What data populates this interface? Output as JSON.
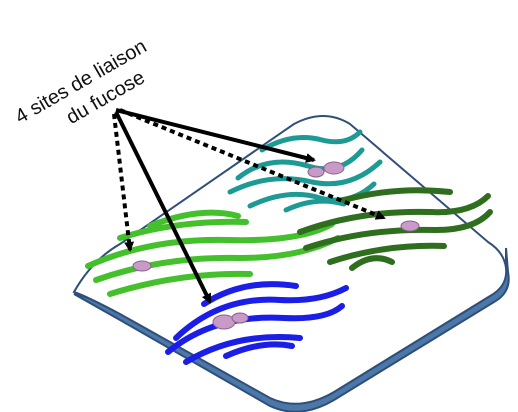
{
  "annotation": {
    "line1": "4 sites de liaison",
    "line2": "du fucose"
  },
  "colors": {
    "platform_top": "#ffffff",
    "platform_side": "#4c78a8",
    "platform_edge": "#2f4f7a",
    "teal_domain": "#1e9a94",
    "bright_green_domain": "#43c02b",
    "dark_green_domain": "#2f6e1f",
    "blue_domain": "#1a1ee6",
    "fucose_site": "#c79ac8",
    "arrow": "#000000"
  },
  "arrows": [
    {
      "style": "solid",
      "target": "teal-site"
    },
    {
      "style": "solid",
      "target": "blue-site"
    },
    {
      "style": "dotted",
      "target": "green-site-left"
    },
    {
      "style": "dotted",
      "target": "green-site-right"
    }
  ]
}
